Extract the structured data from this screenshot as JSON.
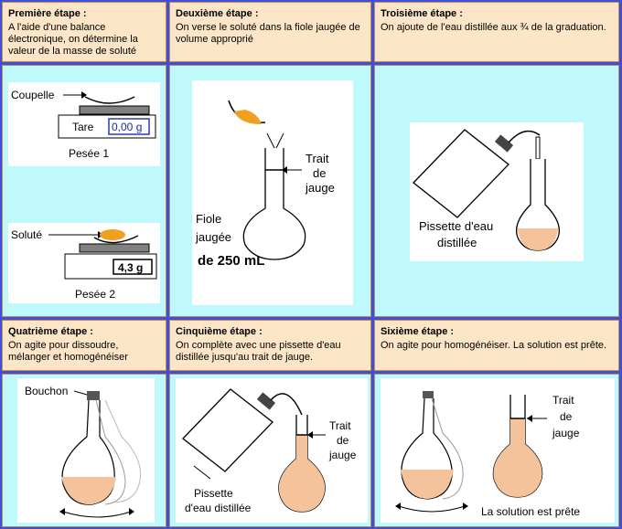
{
  "steps": [
    {
      "title": "Première étape :",
      "text": " A l'aide d'une balance électronique, on détermine la valeur de la masse de soluté"
    },
    {
      "title": "Deuxième étape :",
      "text": "On verse le soluté dans la fiole jaugée de volume approprié"
    },
    {
      "title": "Troisième étape :",
      "text": "On ajoute de l'eau distillée aux ¾ de la graduation."
    },
    {
      "title": "Quatrième étape :",
      "text": "On agite pour dissoudre, mélanger et homogénéiser"
    },
    {
      "title": "Cinquième étape :",
      "text": "On complète avec une pissette d'eau distillée jusqu'au trait de jauge."
    },
    {
      "title": "Sixième étape :",
      "text": "On agite pour homogénéiser. La solution est prête."
    }
  ],
  "labels": {
    "coupelle": "Coupelle",
    "tare": "Tare",
    "display1": "0,00 g",
    "pesee1": "Pesée 1",
    "solute": "Soluté",
    "display2": "4,3 g",
    "pesee2": "Pesée 2",
    "trait": "Trait",
    "de": "de",
    "jauge": "jauge",
    "fiole": "Fiole",
    "jaugee": "jaugée",
    "volume": "de 250 mL",
    "pissette_line1": "Pissette d'eau",
    "distillee": "distillée",
    "bouchon": "Bouchon",
    "pissette": "Pissette",
    "deau_distillee": "d'eau distillée",
    "solution_prete": "La solution est prête"
  },
  "colors": {
    "header_bg": "#fde6c7",
    "image_bg": "#bff9fb",
    "grid": "#3d50d8",
    "liquid": "#f4c39c",
    "solute": "#f0a020"
  }
}
